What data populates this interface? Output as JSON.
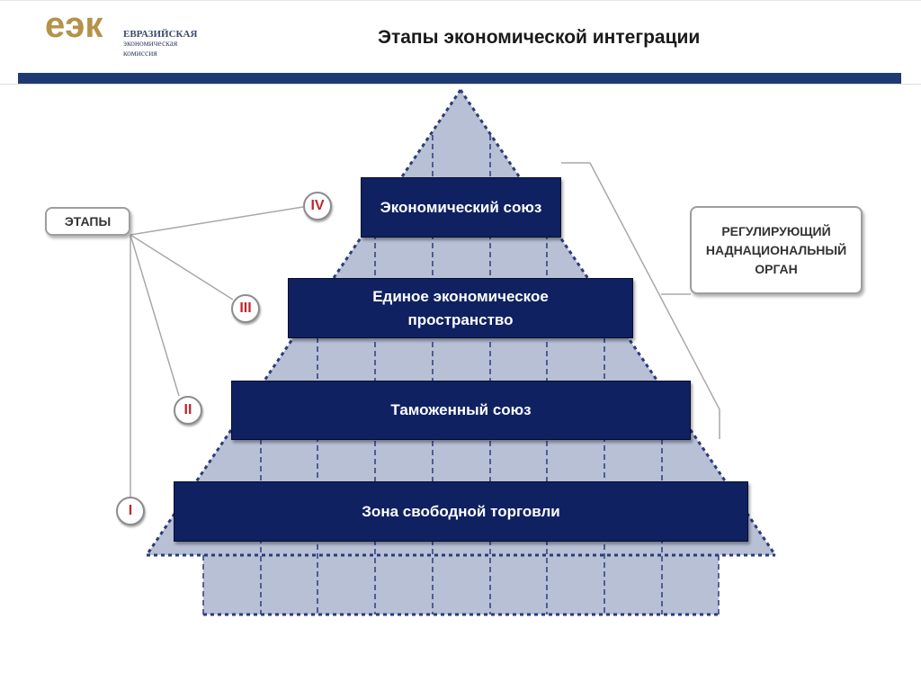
{
  "header": {
    "logo_mark": "еэк",
    "logo_line1": "ЕВРАЗИЙСКАЯ",
    "logo_line2": "экономическая",
    "logo_line3": "комиссия",
    "title": "Этапы экономической интеграции"
  },
  "colors": {
    "header_bar": "#1f3a73",
    "stage_box": "#0f2160",
    "pyramid_fill": "#b8c0d6",
    "roman_numeral": "#c0262c",
    "logo": "#b5924a"
  },
  "labels": {
    "stages_label": "ЭТАПЫ",
    "regulator_line1": "РЕГУЛИРУЮЩИЙ",
    "regulator_line2": "НАДНАЦИОНАЛЬНЫЙ",
    "regulator_line3": "ОРГАН"
  },
  "stages": [
    {
      "numeral": "IV",
      "name": "Экономический союз"
    },
    {
      "numeral": "III",
      "name_line1": "Единое экономическое",
      "name_line2": "пространство"
    },
    {
      "numeral": "II",
      "name": "Таможенный союз"
    },
    {
      "numeral": "I",
      "name": "Зона свободной торговли"
    }
  ]
}
